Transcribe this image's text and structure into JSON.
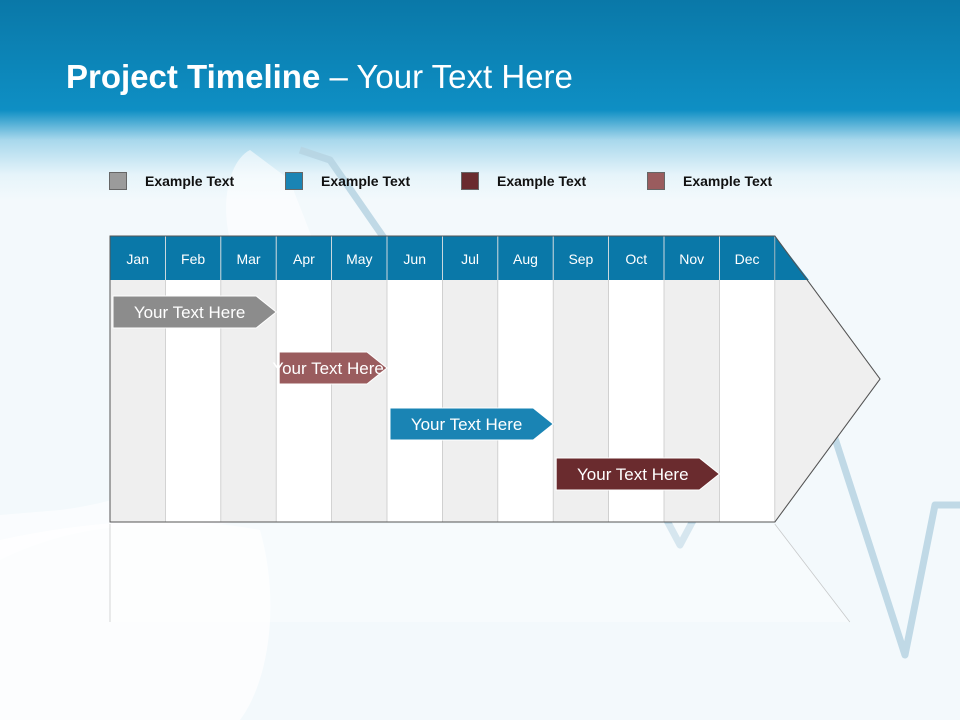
{
  "title": {
    "bold": "Project Timeline",
    "rest": " – Your Text Here"
  },
  "legend": [
    {
      "label": "Example Text",
      "color": "#9b9b9b"
    },
    {
      "label": "Example Text",
      "color": "#1a84b4"
    },
    {
      "label": "Example Text",
      "color": "#6a2b2e"
    },
    {
      "label": "Example Text",
      "color": "#9a5c5e"
    }
  ],
  "months": [
    "Jan",
    "Feb",
    "Mar",
    "Apr",
    "May",
    "Jun",
    "Jul",
    "Aug",
    "Sep",
    "Oct",
    "Nov",
    "Dec"
  ],
  "tasks": [
    {
      "label": "Your  Text Here",
      "start_month": "Jan",
      "end_month": "Apr",
      "color": "#8c8c8c"
    },
    {
      "label": "Your  Text Here",
      "start_month": "Apr",
      "end_month": "Jun",
      "color": "#9a5c5e"
    },
    {
      "label": "Your  Text Here",
      "start_month": "Jun",
      "end_month": "Sep",
      "color": "#1a84b4"
    },
    {
      "label": "Your  Text Here",
      "start_month": "Sep",
      "end_month": "Dec",
      "color": "#6a2b2e"
    }
  ],
  "colors": {
    "header": "#0a78a8",
    "accent": "#1a84b4"
  }
}
